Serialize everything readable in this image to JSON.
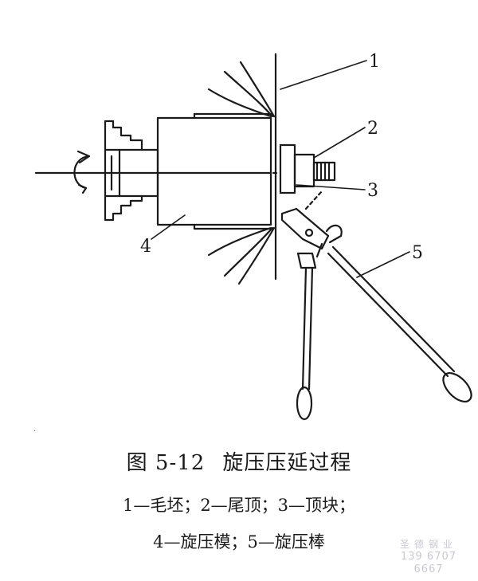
{
  "labels": {
    "blank": "1",
    "tailstock": "2",
    "ejector": "3",
    "mandrel": "4",
    "roller_bar": "5"
  },
  "caption": {
    "figure_number": "图 5-12",
    "title": "旋压压延过程",
    "legend_line1": "1—毛坯；2—尾顶；3—顶块；",
    "legend_line2": "4—旋压模；5—旋压棒"
  },
  "watermark": {
    "name": "圣德钢业",
    "phone": "139 6707 6667"
  },
  "colors": {
    "ink": "#1a1a1a",
    "watermark": "#c8c8d2"
  }
}
